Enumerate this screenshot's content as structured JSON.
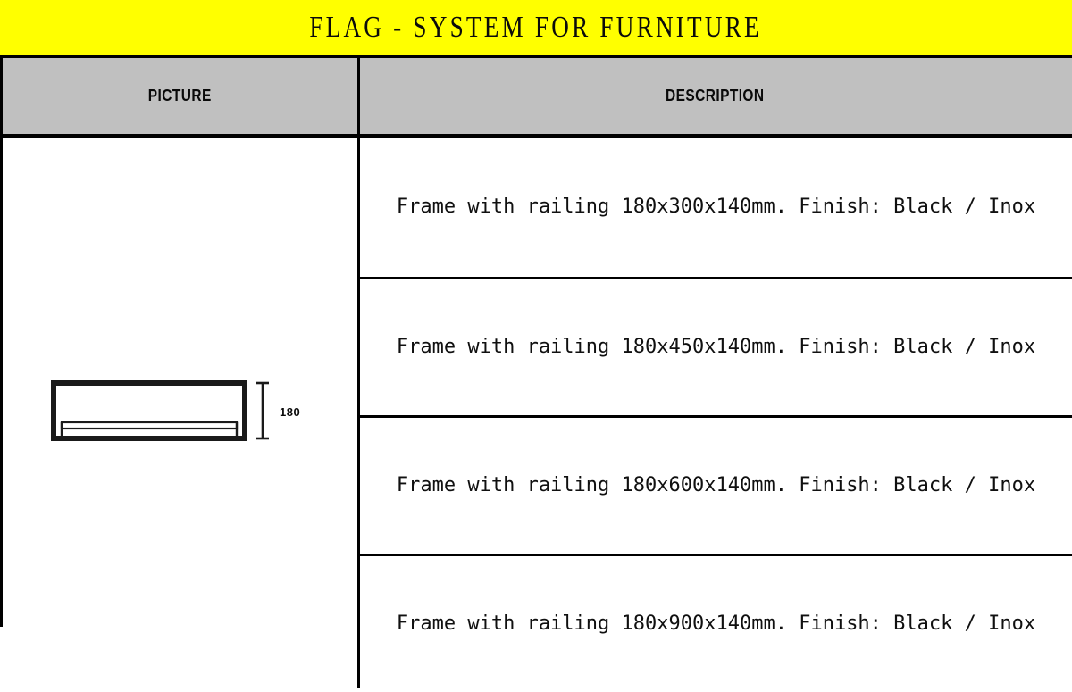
{
  "banner": {
    "title": "FLAG  -  SYSTEM FOR FURNITURE",
    "background_color": "#FFFF00",
    "text_color": "#0B0B0B"
  },
  "table": {
    "header_background": "#C0C0C0",
    "border_color": "#000000",
    "columns": [
      {
        "id": "picture",
        "label": "PICTURE"
      },
      {
        "id": "description",
        "label": "DESCRIPTION"
      }
    ],
    "rows": [
      {
        "description": "Frame with railing 180x300x140mm. Finish: Black / Inox"
      },
      {
        "description": "Frame with railing 180x450x140mm. Finish: Black / Inox"
      },
      {
        "description": "Frame with railing 180x600x140mm. Finish: Black / Inox"
      },
      {
        "description": "Frame with railing 180x900x140mm. Finish: Black / Inox"
      }
    ]
  },
  "drawing": {
    "name": "frame-with-railing-elevation",
    "dimension_label": "180",
    "line_color": "#1A1A1A"
  }
}
